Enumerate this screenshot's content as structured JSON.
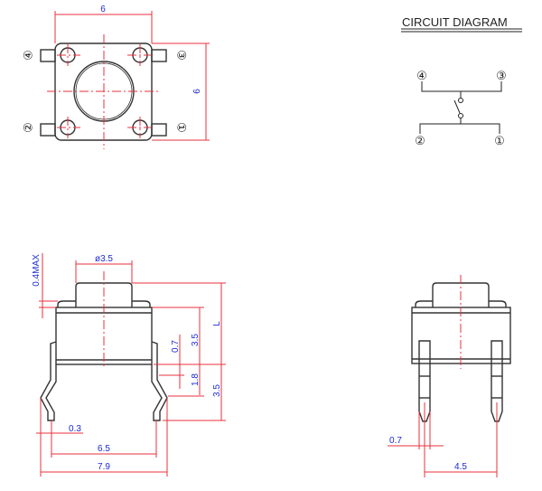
{
  "top_view": {
    "width_label": "6",
    "height_label": "6",
    "pins": [
      "④",
      "③",
      "②",
      "①"
    ]
  },
  "circuit": {
    "title": "CIRCUIT DIAGRAM",
    "pins": [
      "④",
      "③",
      "②",
      "①"
    ]
  },
  "side_view": {
    "cap_diameter": "ø3.5",
    "cap_height_max": "0.4MAX",
    "total_height": "L",
    "body_height": "3.5",
    "standoff": "0.7",
    "lead_bend": "1.8",
    "lead_length": "3.5",
    "lead_thickness": "0.3",
    "pitch_inner": "6.5",
    "overall_width": "7.9"
  },
  "front_view": {
    "lead_width": "0.7",
    "pitch": "4.5"
  },
  "colors": {
    "outline": "#333333",
    "dimension": "#e8323c",
    "label": "#1c2cd0"
  }
}
